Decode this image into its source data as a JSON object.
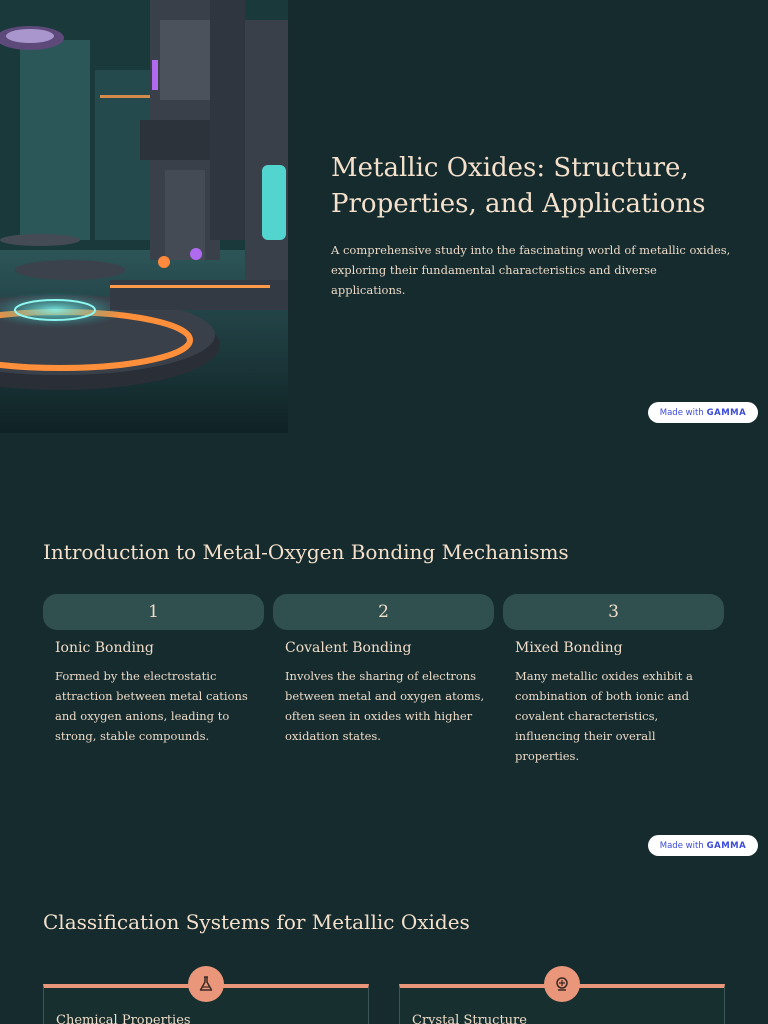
{
  "hero": {
    "title": "Metallic Oxides: Structure, Properties, and Applications",
    "subtitle": "A comprehensive study into the fascinating world of metallic oxides, exploring their fundamental characteristics and diverse applications.",
    "image_icon": "sci-fi-laboratory-illustration"
  },
  "badge": {
    "prefix": "Made with",
    "brand": "GAMMA"
  },
  "intro": {
    "title": "Introduction to Metal-Oxygen Bonding Mechanisms",
    "steps": [
      {
        "number": "1",
        "heading": "Ionic Bonding",
        "text": "Formed by the electrostatic attraction between metal cations and oxygen anions, leading to strong, stable compounds."
      },
      {
        "number": "2",
        "heading": "Covalent Bonding",
        "text": "Involves the sharing of electrons between metal and oxygen atoms, often seen in oxides with higher oxidation states."
      },
      {
        "number": "3",
        "heading": "Mixed Bonding",
        "text": "Many metallic oxides exhibit a combination of both ionic and covalent characteristics, influencing their overall properties."
      }
    ]
  },
  "classification": {
    "title": "Classification Systems for Metallic Oxides",
    "cards": [
      {
        "label": "Chemical Properties",
        "icon": "flask-icon"
      },
      {
        "label": "Crystal Structure",
        "icon": "crystal-icon"
      }
    ]
  },
  "colors": {
    "background": "#152b2e",
    "accent": "#e9967a",
    "pill": "#30504f",
    "text": "#f0dcc8"
  }
}
